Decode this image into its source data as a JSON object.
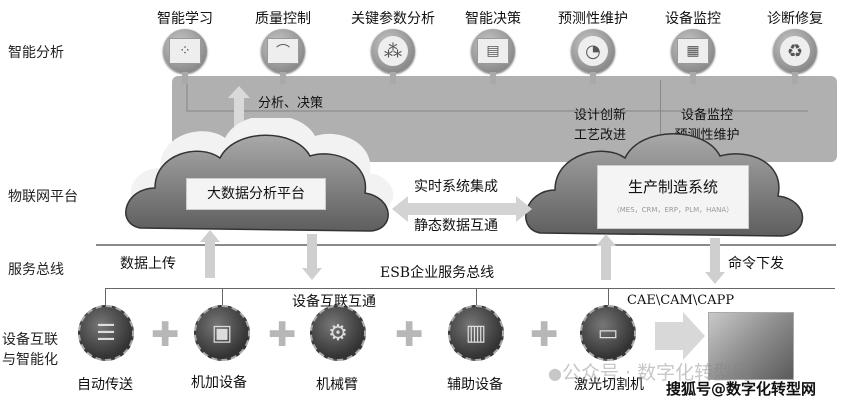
{
  "layers": {
    "analysis": "智能分析",
    "iot_platform": "物联网平台",
    "service_bus": "服务总线",
    "devices": [
      "设备互联",
      "与智能化"
    ]
  },
  "top_functions": [
    {
      "label": "智能学习",
      "icon": "scatter-chart-icon"
    },
    {
      "label": "质量控制",
      "icon": "bell-curve-chart-icon"
    },
    {
      "label": "关键参数分析",
      "icon": "parameter-plot-icon"
    },
    {
      "label": "智能决策",
      "icon": "dashboard-window-icon"
    },
    {
      "label": "预测性维护",
      "icon": "gauge-icon"
    },
    {
      "label": "设备监控",
      "icon": "monitor-grid-icon"
    },
    {
      "label": "诊断修复",
      "icon": "recycle-icon"
    }
  ],
  "band": {
    "analysis_decision": "分析、决策",
    "design_innovation": [
      "设计创新",
      "工艺改进"
    ],
    "monitoring_maintenance": [
      "设备监控",
      "预测性维护"
    ]
  },
  "platforms": {
    "big_data": "大数据分析平台",
    "manufacturing": "生产制造系统",
    "manufacturing_sub": "（MES，CRM，ERP，PLM，HANA）",
    "realtime_integration": "实时系统集成",
    "static_data_exchange": "静态数据互通"
  },
  "bus": {
    "data_upload": "数据上传",
    "esb": "ESB企业服务总线",
    "command_issue": "命令下发",
    "device_interconnect": "设备互联互通",
    "cae": "CAE\\CAM\\CAPP"
  },
  "devices": [
    {
      "label": "自动传送",
      "icon": "conveyor-icon"
    },
    {
      "label": "机加设备",
      "icon": "machining-center-icon"
    },
    {
      "label": "机械臂",
      "icon": "robot-arm-icon"
    },
    {
      "label": "辅助设备",
      "icon": "auxiliary-machine-icon"
    },
    {
      "label": "激光切割机",
      "icon": "laser-cutter-icon"
    }
  ],
  "watermarks": {
    "wechat": "公众号 · 数字化转型网",
    "sohu": "搜狐号@数字化转型网"
  }
}
